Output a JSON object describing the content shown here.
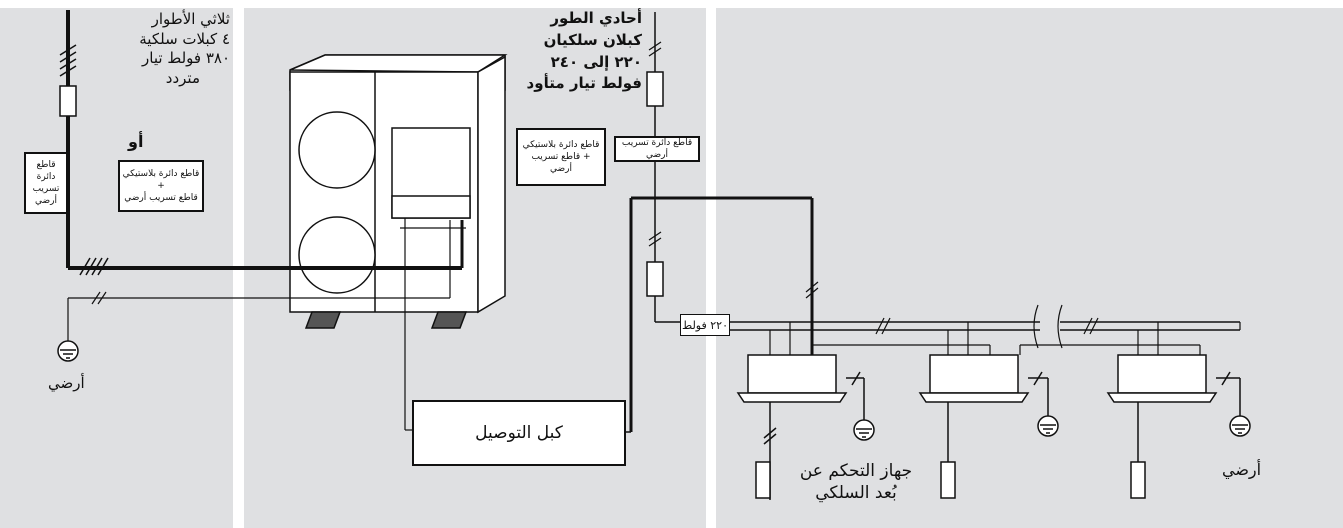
{
  "labels": {
    "three_phase": [
      "ثلاثي الأطوار",
      "٤ كبلات سلكية",
      "٣٨٠ فولط تيار",
      "متردد"
    ],
    "or": "أو",
    "single_phase": [
      "أحادي الطور",
      "كبلان سلكيان",
      "٢٢٠ إلى ٢٤٠",
      "فولط تيار متأود"
    ],
    "earth_left": "أرضي",
    "earth_right": "أرضي",
    "connection_cable": "كبل التوصيل",
    "remote_control": [
      "جهاز التحكم عن",
      "بُعد السلكي"
    ],
    "voltage_220": "٢٢٠ فولط"
  },
  "boxes": {
    "earth_leakage_breaker_left": "قاطع دائرة تسريب أرضي",
    "mcb_plus_elb_left": [
      "قاطع دائرة بلاستيكي +",
      "قاطع تسريب أرضي"
    ],
    "mcb_plus_elb_right": [
      "قاطع دائرة بلاستيكي",
      "+ قاطع تسريب أرضي"
    ],
    "earth_leakage_breaker_right": "قاطع دائرة تسريب أرضي"
  },
  "colors": {
    "panel_bg": "#dfe0e2",
    "line": "#111111"
  }
}
